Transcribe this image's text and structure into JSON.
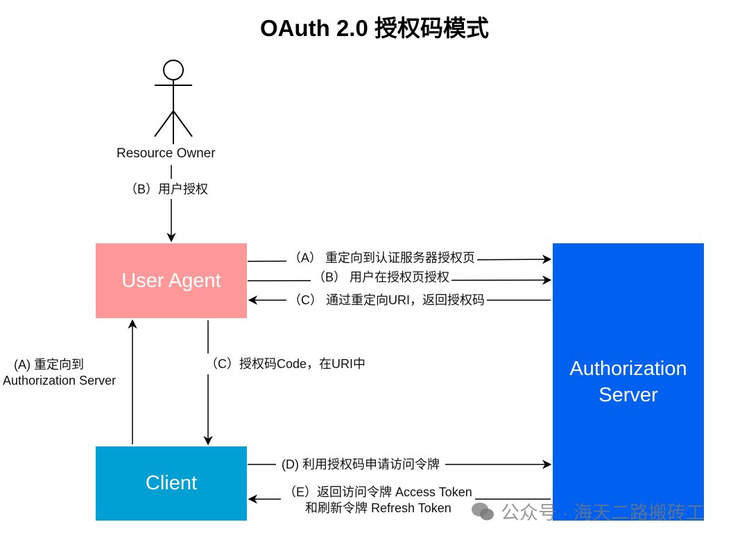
{
  "title": "OAuth 2.0 授权码模式",
  "actors": {
    "resource_owner": "Resource Owner"
  },
  "nodes": {
    "user_agent": {
      "label": "User Agent",
      "color": "#ff9999"
    },
    "client": {
      "label": "Client",
      "color": "#009fd4"
    },
    "authorization_server": {
      "label_line1": "Authorization",
      "label_line2": "Server",
      "color": "#0061f0"
    }
  },
  "edges": {
    "b_user_auth": "（B）用户授权",
    "a_redirect_auth_page": "（A） 重定向到认证服务器授权页",
    "b_user_on_auth_page": "（B） 用户在授权页授权",
    "c_return_code": "（C） 通过重定向URI，返回授权码",
    "a_redirect_to_as_line1": "(A) 重定向到",
    "a_redirect_to_as_line2": "Authorization Server",
    "c_code_in_uri": "（C）授权码Code，在URI中",
    "d_request_token": "(D) 利用授权码申请访问令牌",
    "e_return_token_line1": "（E）返回访问令牌 Access Token",
    "e_return_token_line2": "和刷新令牌 Refresh Token"
  },
  "watermark": "公众号 · 海天二路搬砖工"
}
